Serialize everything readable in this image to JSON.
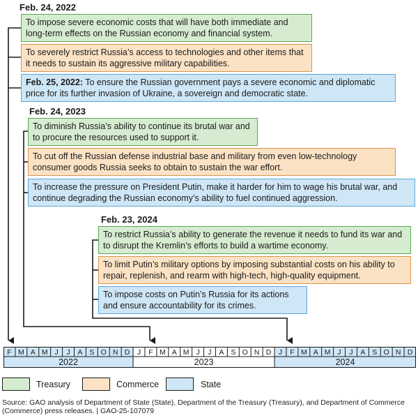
{
  "groups": [
    {
      "date": "Feb. 24, 2022",
      "items": [
        {
          "agency": "treasury",
          "text": "To impose severe economic costs that will have both immediate and long-term effects on the Russian economy and financial system."
        },
        {
          "agency": "commerce",
          "text": "To severely restrict Russia’s access to technologies and other items that it needs to sustain its aggressive military capabilities."
        },
        {
          "agency": "state",
          "date_inline": "Feb. 25, 2022:",
          "text": " To ensure the Russian government pays a severe economic and diplomatic price for its further invasion of Ukraine, a sovereign and democratic state."
        }
      ]
    },
    {
      "date": "Feb. 24, 2023",
      "items": [
        {
          "agency": "treasury",
          "text": "To diminish Russia’s ability to continue its brutal war and to procure the resources used to support it."
        },
        {
          "agency": "commerce",
          "text": "To cut off the Russian defense industrial base and military from even low-technology consumer goods Russia seeks to obtain to sustain the war effort."
        },
        {
          "agency": "state",
          "text": "To increase the pressure on President Putin, make it harder for him to wage his brutal war, and continue degrading the Russian economy’s ability to fuel continued aggression."
        }
      ]
    },
    {
      "date": "Feb. 23, 2024",
      "items": [
        {
          "agency": "treasury",
          "text": "To restrict Russia’s ability to generate the revenue it needs to fund its war and to disrupt the Kremlin’s efforts to build a wartime economy."
        },
        {
          "agency": "commerce",
          "text": "To limit Putin’s military options by imposing substantial costs on his ability to repair, replenish, and rearm with high-tech, high-quality equipment."
        },
        {
          "agency": "state",
          "text": "To impose costs on Putin’s Russia for its actions and ensure accountability for its crimes."
        }
      ]
    }
  ],
  "timeline": {
    "months": [
      "F",
      "M",
      "A",
      "M",
      "J",
      "J",
      "A",
      "S",
      "O",
      "N",
      "D",
      "J",
      "F",
      "M",
      "A",
      "M",
      "J",
      "J",
      "A",
      "S",
      "O",
      "N",
      "D",
      "J",
      "F",
      "M",
      "A",
      "M",
      "J",
      "J",
      "A",
      "S",
      "O",
      "N",
      "D"
    ],
    "years": [
      "2022",
      "2023",
      "2024"
    ]
  },
  "legend": [
    {
      "agency": "treasury",
      "label": "Treasury"
    },
    {
      "agency": "commerce",
      "label": "Commerce"
    },
    {
      "agency": "state",
      "label": "State"
    }
  ],
  "colors": {
    "treasury_fill": "#d6ecd1",
    "treasury_border": "#5aa84e",
    "commerce_fill": "#fbe2c4",
    "commerce_border": "#d9954a",
    "state_fill": "#cfe6f6",
    "state_border": "#5ba7d9"
  },
  "source": "Source: GAO analysis of Department of State (State), Department of the Treasury (Treasury), and Department of Commerce (Commerce) press releases.  |  GAO-25-107079"
}
